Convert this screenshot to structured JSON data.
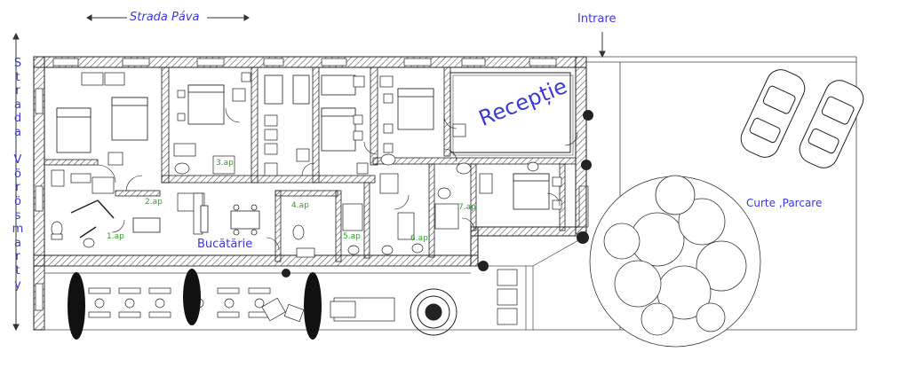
{
  "labels": {
    "street_top": "Strada Páva",
    "street_left": "Strada Vörösmarty",
    "entry": "Intrare",
    "reception": "Recepție",
    "kitchen": "Bucătărie",
    "yard": "Curte ,Parcare"
  },
  "apartments": [
    "1.ap",
    "2.ap",
    "3.ap",
    "4.ap",
    "5.ap",
    "6.ap",
    "7.ap"
  ],
  "colors": {
    "label_blue": "#3a3ad6",
    "apartment_green": "#2ca02c",
    "wall_hatch": "#555555",
    "lines": "#222222"
  }
}
